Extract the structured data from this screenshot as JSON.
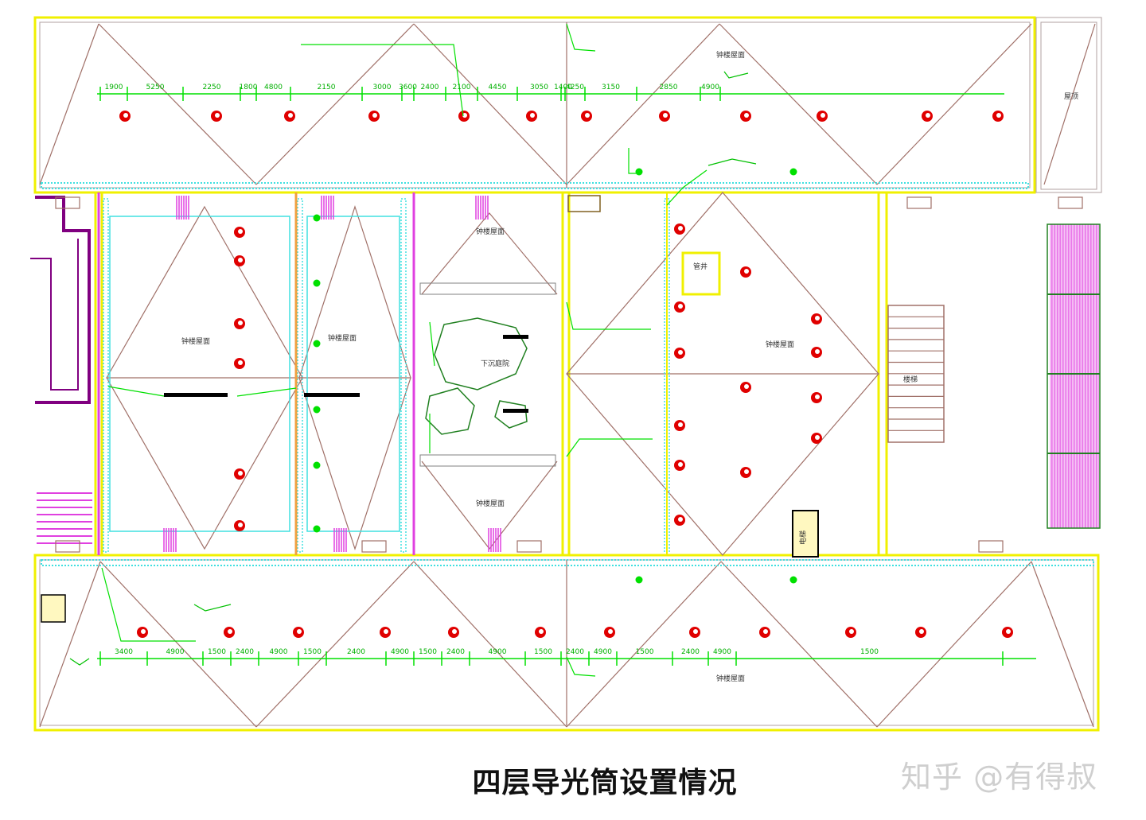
{
  "caption": "四层导光筒设置情况",
  "watermark": "知乎 @有得叔",
  "plan": {
    "dimensions_top": [
      "1900",
      "5250",
      "2250",
      "1800",
      "4800",
      "2150",
      "3000",
      "3600",
      "2400",
      "2100",
      "4450",
      "3050",
      "1400",
      "4250",
      "3150",
      "2850",
      "4900"
    ],
    "dimensions_bottom": [
      "3400",
      "4900",
      "1500",
      "2400",
      "4900",
      "1500",
      "2400",
      "4900",
      "1500",
      "2400",
      "4900",
      "1500",
      "2400",
      "4900",
      "1500",
      "2400",
      "4900",
      "1500"
    ],
    "room_labels": {
      "top_band": "钟楼屋面",
      "right_stub": "屋顶",
      "room_a": "钟楼屋面",
      "room_b": "钟楼屋面",
      "room_c_top": "钟楼屋面",
      "room_c_mid": "下沉庭院",
      "room_c_bottom": "钟楼屋面",
      "room_e": "钟楼屋面",
      "stair": "楼梯",
      "bottom_band": "钟楼屋面",
      "elevator": "电梯",
      "shaft": "管井"
    },
    "colors": {
      "outline_yellow": "#f0f000",
      "diag_brown": "#a07068",
      "dim_green": "#00e000",
      "cyan_strip": "#40e0e0",
      "magenta": "#e040e0",
      "purple": "#800080",
      "orange": "#f0a040",
      "fixture_red": "#e00000"
    }
  }
}
